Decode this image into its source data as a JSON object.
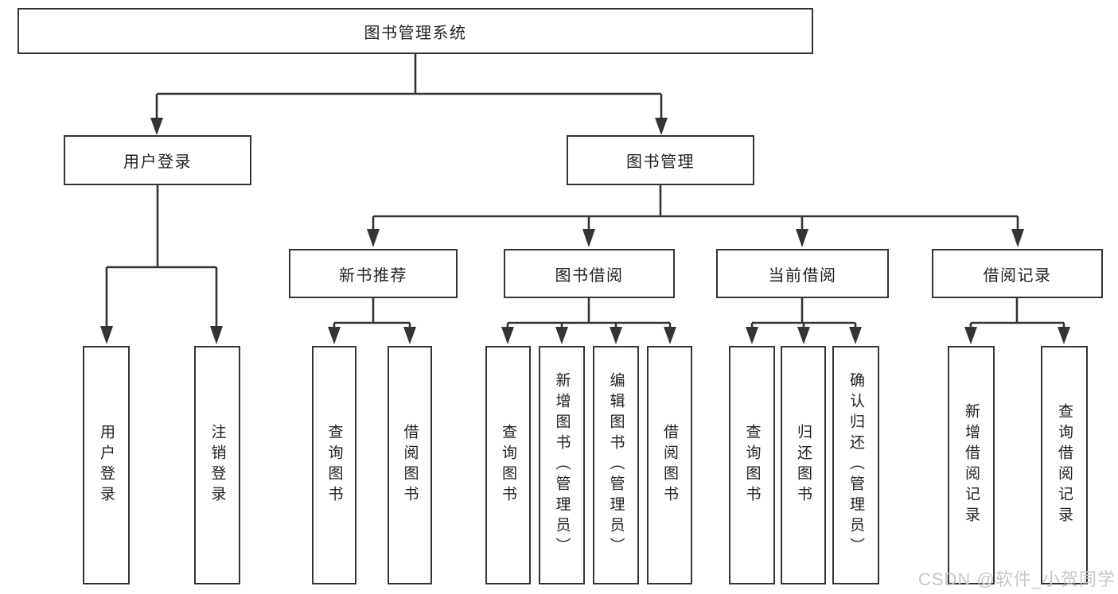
{
  "diagram": {
    "root": {
      "label": "图书管理系统"
    },
    "level2": [
      {
        "label": "用户登录"
      },
      {
        "label": "图书管理"
      }
    ],
    "level3": [
      {
        "label": "新书推荐"
      },
      {
        "label": "图书借阅"
      },
      {
        "label": "当前借阅"
      },
      {
        "label": "借阅记录"
      }
    ],
    "leaves": {
      "user_login": [
        "用户登录",
        "注销登录"
      ],
      "new_book": [
        "查询图书",
        "借阅图书"
      ],
      "book_borrow": [
        "查询图书",
        "新增图书（管理员）",
        "编辑图书（管理员）",
        "借阅图书"
      ],
      "current_borrow": [
        "查询图书",
        "归还图书",
        "确认归还（管理员）"
      ],
      "records": [
        "新增借阅记录",
        "查询借阅记录"
      ]
    },
    "watermark": "CSDN @软件_小贺同学"
  },
  "colors": {
    "line": "#343434",
    "box_border": "#343434",
    "text": "#212121",
    "background": "#ffffff",
    "watermark": "#c8c8c8"
  }
}
